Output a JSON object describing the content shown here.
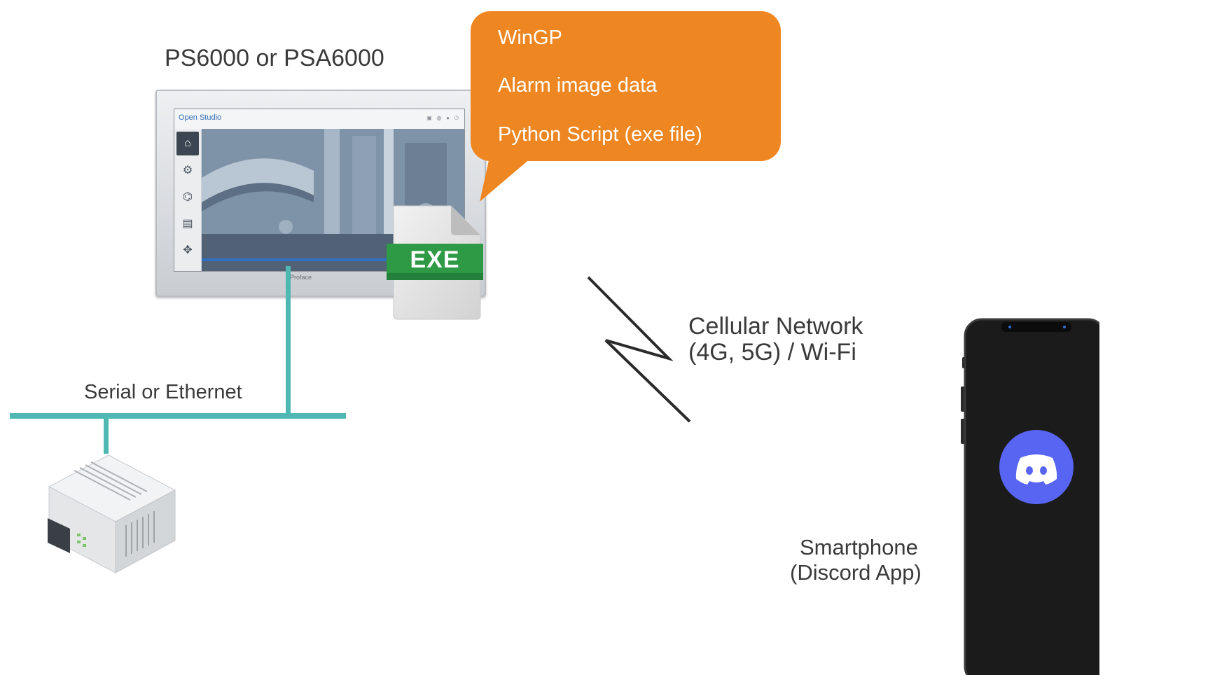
{
  "hmi": {
    "model_label": "PS6000 or PSA6000",
    "app_title": "Open Studio",
    "brand": "Proface"
  },
  "bubble": {
    "lines": [
      "WinGP",
      "Alarm image data",
      "Python Script (exe file)"
    ]
  },
  "exe_file": {
    "badge": "EXE"
  },
  "network": {
    "wired_label": "Serial or Ethernet",
    "wireless_label_line1": "Cellular Network",
    "wireless_label_line2": "(4G, 5G) / Wi-Fi"
  },
  "smartphone": {
    "label_line1": "Smartphone",
    "label_line2": "(Discord App)"
  },
  "colors": {
    "bubble": "#ee8622",
    "network_line": "#4fb8b2",
    "exe_badge": "#2e9a46",
    "discord": "#5865f2",
    "phone": "#1b1b1b"
  },
  "icons": [
    "home-icon",
    "gear-icon",
    "chart-icon",
    "box-icon",
    "network-icon",
    "discord-icon",
    "plc-icon",
    "file-icon",
    "lightning-icon"
  ]
}
